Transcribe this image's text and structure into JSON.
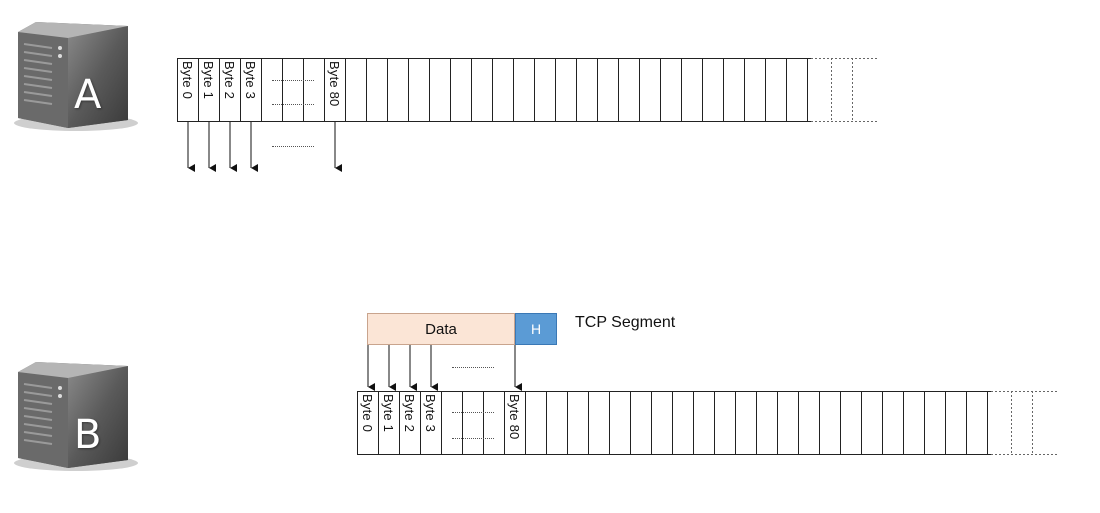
{
  "server_a": {
    "label": "A",
    "icon": "server-tower-icon"
  },
  "server_b": {
    "label": "B",
    "icon": "server-tower-icon"
  },
  "buffer_labels": [
    "Byte 0",
    "Byte 1",
    "Byte 2",
    "Byte 3",
    "Byte 80"
  ],
  "segment": {
    "data_label": "Data",
    "header_label": "H",
    "caption": "TCP Segment",
    "data_color": "#fbe5d6",
    "header_color": "#5b9bd5"
  }
}
